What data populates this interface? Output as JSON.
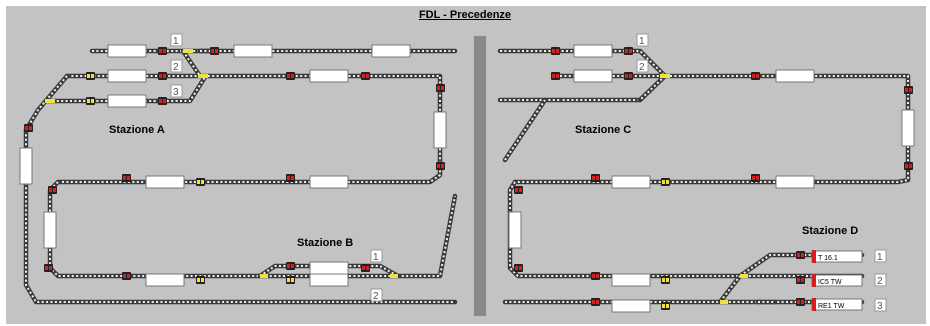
{
  "window": {
    "title": "FDL - Precedenze"
  },
  "stations": {
    "a": "Stazione A",
    "b": "Stazione B",
    "c": "Stazione C",
    "d": "Stazione D"
  },
  "track_numbers": {
    "a1": "1",
    "a2": "2",
    "a3": "3",
    "b1": "1",
    "b2": "2",
    "c1": "1",
    "c2": "2",
    "d1": "1",
    "d2": "2",
    "d3": "3"
  },
  "trains": {
    "d1": "T 16.1",
    "d2": "IC5 TW",
    "d3": "RE1 TW"
  },
  "colors": {
    "panel": "#c3c3c3",
    "track": "#3a3a3a",
    "sleeper": "#f2f2f2",
    "switch": "#f0e040",
    "signal_red": "#d42020",
    "signal_yellow": "#f0e040",
    "train_marker": "#d42020"
  }
}
